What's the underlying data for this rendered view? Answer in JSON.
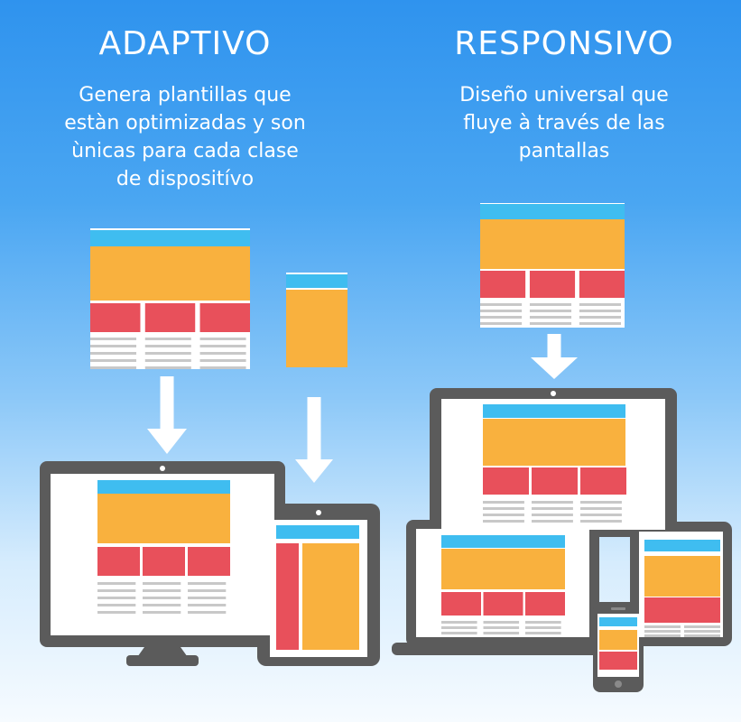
{
  "adaptive": {
    "title": "ADAPTIVO",
    "description_lines": [
      "Genera plantillas que",
      "estàn optimizadas y son",
      "ùnicas para cada clase",
      "de dispositívo"
    ]
  },
  "responsive": {
    "title": "RESPONSIVO",
    "description_lines": [
      "Diseño universal que",
      "fluye à través de las",
      "pantallas"
    ]
  },
  "colors": {
    "header": "#3fbdf0",
    "hero": "#f9b13e",
    "block": "#e8505b",
    "text_line": "#c8c8c8",
    "device_frame": "#5b5b5b",
    "arrow": "#ffffff"
  }
}
